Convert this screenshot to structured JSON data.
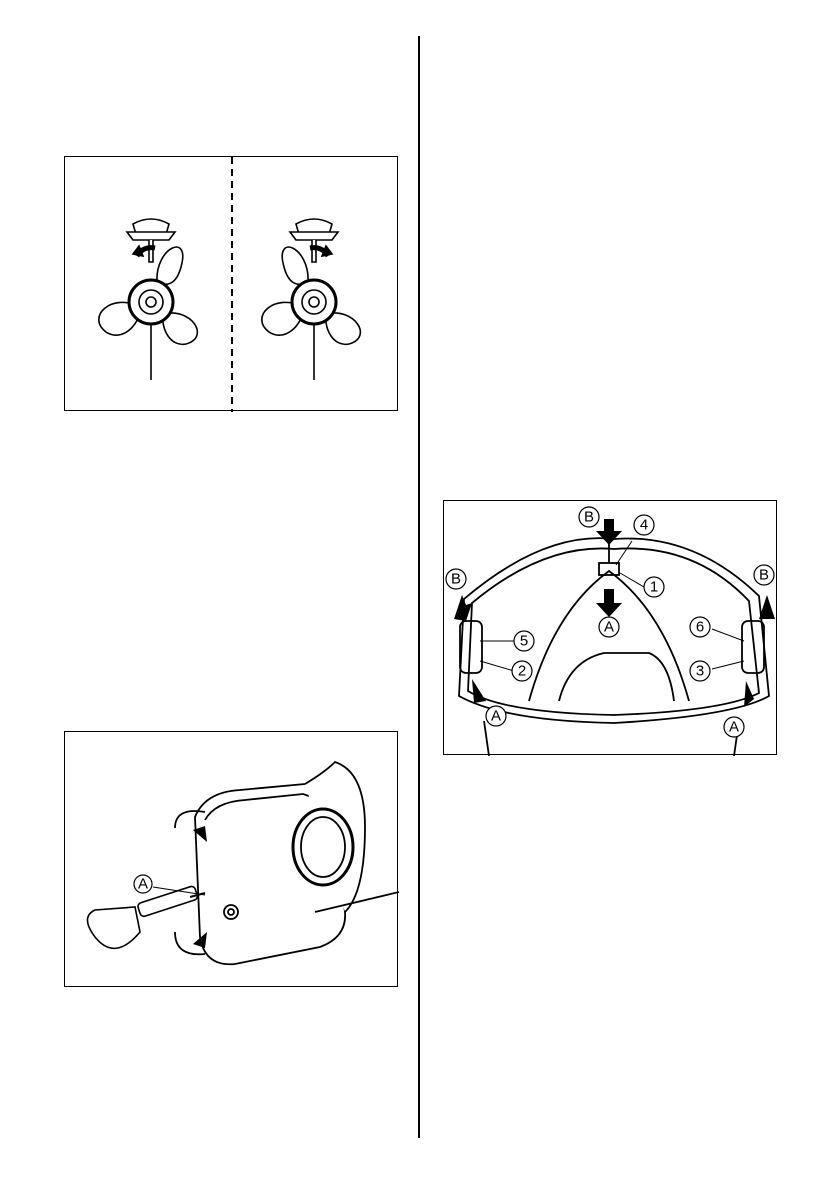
{
  "figures": {
    "propeller_rotation": {
      "panels": [
        "left-propeller",
        "right-propeller"
      ]
    },
    "side_cover_screw": {
      "callouts": [
        "A"
      ]
    },
    "top_cowling_clamps": {
      "callouts": [
        "B",
        "4",
        "1",
        "A",
        "B",
        "B",
        "5",
        "6",
        "2",
        "3",
        "A",
        "A"
      ]
    }
  }
}
